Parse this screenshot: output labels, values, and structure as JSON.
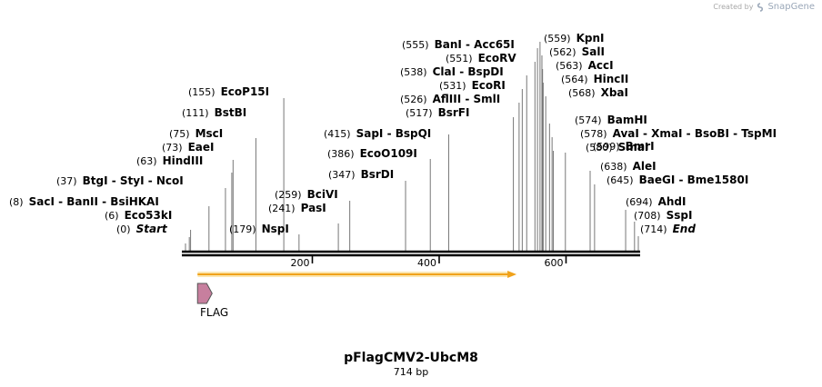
{
  "credit": {
    "prefix": "Created by",
    "brand": "SnapGene"
  },
  "plasmid": {
    "name": "pFlagCMV2-UbcM8",
    "length_label": "714 bp",
    "length": 714
  },
  "ruler_ticks": [
    {
      "label": "200",
      "value": 200
    },
    {
      "label": "400",
      "value": 400
    },
    {
      "label": "600",
      "value": 600
    }
  ],
  "feature": {
    "name": "FLAG",
    "start": 19,
    "end": 42,
    "color": "#c77f9e"
  },
  "orf": {
    "start": 19,
    "end": 522,
    "color": "#f0a21a"
  },
  "sites": [
    {
      "pos": "(0)",
      "text": "Start",
      "italic": true,
      "at": 0
    },
    {
      "pos": "(6)",
      "text": "Eco53kI",
      "at": 6
    },
    {
      "pos": "(8)",
      "text": "SacI  -  BanII  -  BsiHKAI",
      "at": 8
    },
    {
      "pos": "(37)",
      "text": "BtgI  -  StyI  -  NcoI",
      "at": 37
    },
    {
      "pos": "(63)",
      "text": "HindIII",
      "at": 63
    },
    {
      "pos": "(73)",
      "text": "EaeI",
      "at": 73
    },
    {
      "pos": "(75)",
      "text": "MscI",
      "at": 75
    },
    {
      "pos": "(111)",
      "text": "BstBI",
      "at": 111
    },
    {
      "pos": "(155)",
      "text": "EcoP15I",
      "at": 155
    },
    {
      "pos": "(179)",
      "text": "NspI",
      "at": 179
    },
    {
      "pos": "(241)",
      "text": "PasI",
      "at": 241
    },
    {
      "pos": "(259)",
      "text": "BciVI",
      "at": 259
    },
    {
      "pos": "(347)",
      "text": "BsrDI",
      "at": 347
    },
    {
      "pos": "(386)",
      "text": "EcoO109I",
      "at": 386
    },
    {
      "pos": "(415)",
      "text": "SapI  -  BspQI",
      "at": 415
    },
    {
      "pos": "(517)",
      "text": "BsrFI",
      "at": 517
    },
    {
      "pos": "(526)",
      "text": "AflIII  -  SmlI",
      "at": 526
    },
    {
      "pos": "(531)",
      "text": "EcoRI",
      "at": 531
    },
    {
      "pos": "(538)",
      "text": "ClaI  -  BspDI",
      "at": 538
    },
    {
      "pos": "(551)",
      "text": "EcoRV",
      "at": 551
    },
    {
      "pos": "(555)",
      "text": "BanI  -  Acc65I",
      "at": 555
    },
    {
      "pos": "(559)",
      "text": "KpnI",
      "at": 559
    },
    {
      "pos": "(562)",
      "text": "SalI",
      "at": 562
    },
    {
      "pos": "(563)",
      "text": "AccI",
      "at": 563
    },
    {
      "pos": "(564)",
      "text": "HincII",
      "at": 564
    },
    {
      "pos": "(568)",
      "text": "XbaI",
      "at": 568
    },
    {
      "pos": "(574)",
      "text": "BamHI",
      "at": 574
    },
    {
      "pos": "(578)",
      "text": "AvaI  -  XmaI  -  BsoBI  -  TspMI",
      "at": 578
    },
    {
      "pos": "(580)",
      "text": "SmaI",
      "at": 580
    },
    {
      "pos": "(599)",
      "text": "BmrI",
      "at": 599
    },
    {
      "pos": "(638)",
      "text": "AleI",
      "at": 638
    },
    {
      "pos": "(645)",
      "text": "BaeGI  -  Bme1580I",
      "at": 645
    },
    {
      "pos": "(694)",
      "text": "AhdI",
      "at": 694
    },
    {
      "pos": "(708)",
      "text": "SspI",
      "at": 708
    },
    {
      "pos": "(714)",
      "text": "End",
      "italic": true,
      "at": 714
    }
  ]
}
